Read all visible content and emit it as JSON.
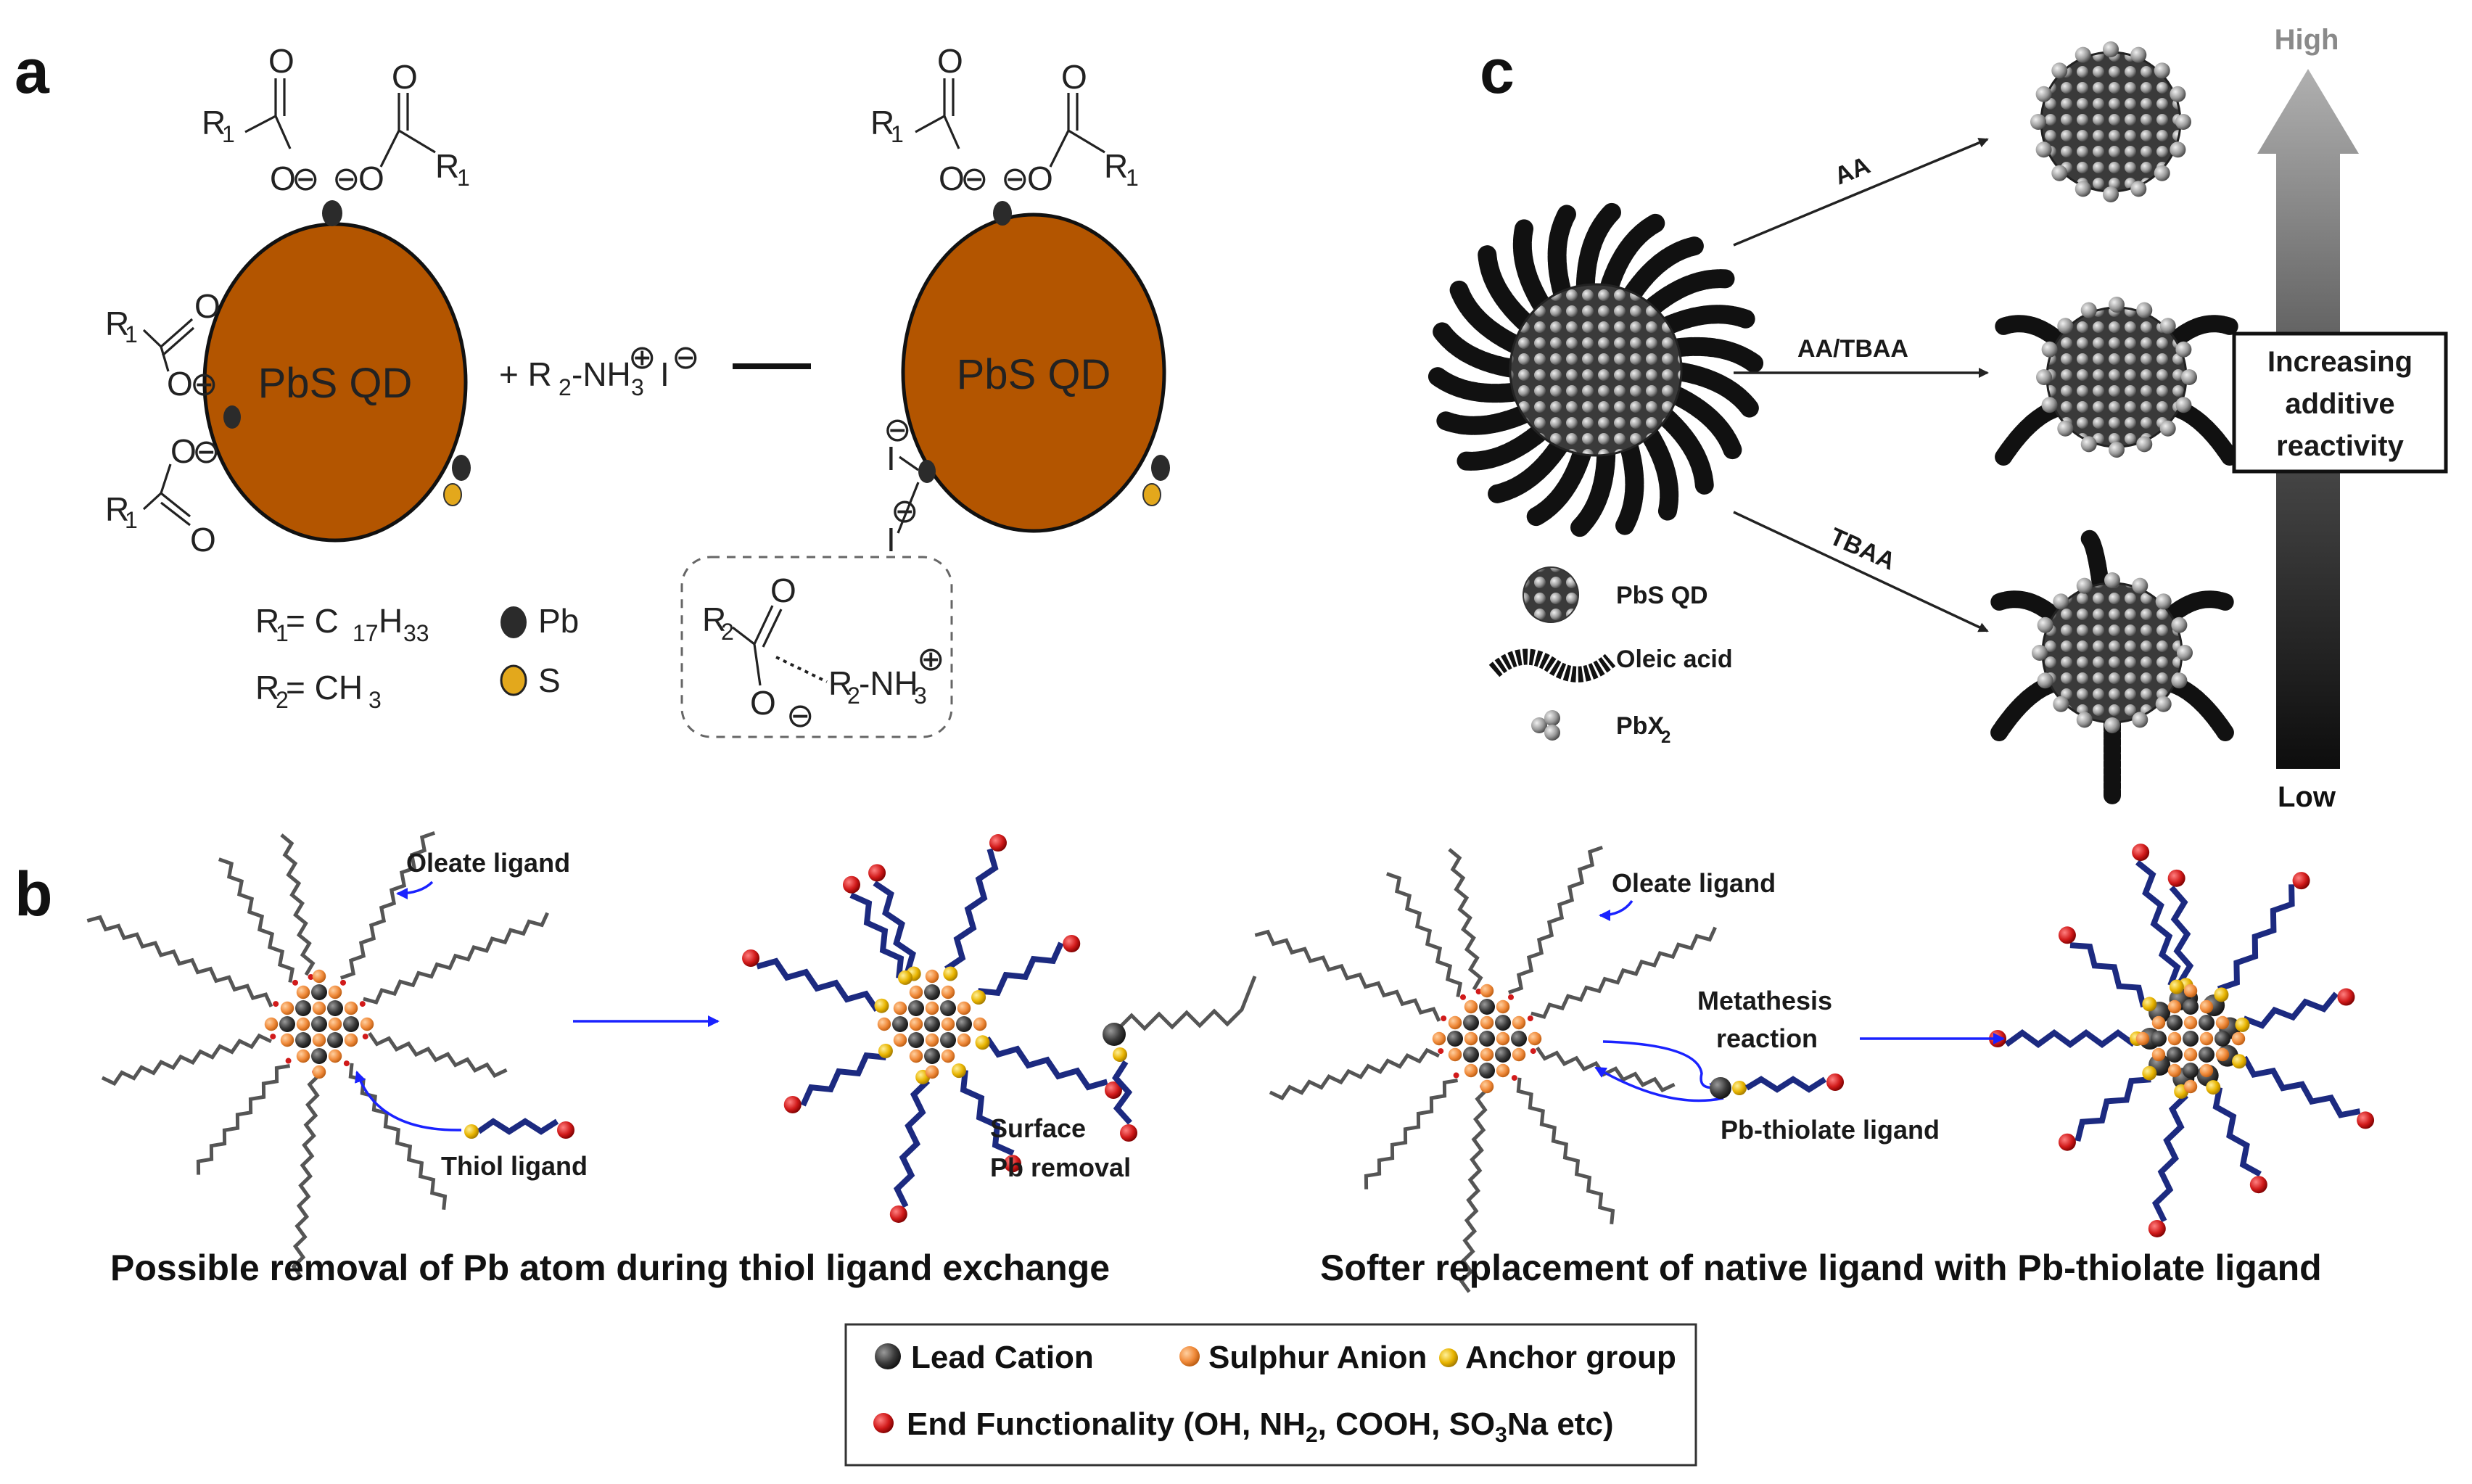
{
  "panel_a": {
    "letter": "a",
    "qd_label": "PbS QD",
    "r1": "R",
    "r1_sub": "1",
    "O": "O",
    "I": "I",
    "minus": "⊖",
    "plus": "⊕",
    "reagent": {
      "prefix": "+ R",
      "sub2": "2",
      "mid": "-NH",
      "sub3": "3",
      "suffix": "I"
    },
    "def_r1": {
      "left": "R",
      "sub": "1",
      "mid": " = C",
      "c_sub": "17",
      "h": "H",
      "h_sub": "33"
    },
    "def_r2": {
      "left": "R",
      "sub": "2",
      "mid": " = CH",
      "c_sub": "3"
    },
    "legend_pb": "Pb",
    "legend_s": "S",
    "byproduct": {
      "r2": "R",
      "r2_sub": "2",
      "nh": "-NH",
      "nh_sub": "3"
    },
    "colors": {
      "qd": "#b35500",
      "pb": "#2b2b2b",
      "s": "#e3a81c"
    }
  },
  "panel_b": {
    "letter": "b",
    "oleate_label": "Oleate ligand",
    "thiol_label": "Thiol ligand",
    "surface_label_1": "Surface",
    "surface_label_2": "Pb removal",
    "metathesis_1": "Metathesis",
    "metathesis_2": "reaction",
    "pbthiolate_label": "Pb-thiolate ligand",
    "caption_left": "Possible removal of Pb atom during thiol ligand exchange",
    "caption_right": "Softer replacement of native ligand with Pb-thiolate ligand",
    "legend": {
      "lead": "Lead Cation",
      "sulphur": "Sulphur Anion",
      "anchor": "Anchor group",
      "end_prefix": "End Functionality (OH, NH",
      "end_sub1": "2",
      "end_mid": ", COOH, SO",
      "end_sub2": "3",
      "end_suffix": "Na etc)"
    },
    "colors": {
      "lead": "#3a3a3a",
      "sulphur": "#f08a3a",
      "anchor": "#e8b400",
      "end": "#d11a1a",
      "arrow": "#1a22ff"
    }
  },
  "panel_c": {
    "letter": "c",
    "arrow_aa": "AA",
    "arrow_aatbaa": "AA/TBAA",
    "arrow_tbaa": "TBAA",
    "legend_qd": "PbS QD",
    "legend_oleic": "Oleic acid",
    "legend_pbx": "PbX",
    "legend_pbx_sub": "2",
    "scale_high": "High",
    "scale_low": "Low",
    "scale_1": "Increasing",
    "scale_2": "additive",
    "scale_3": "reactivity"
  }
}
